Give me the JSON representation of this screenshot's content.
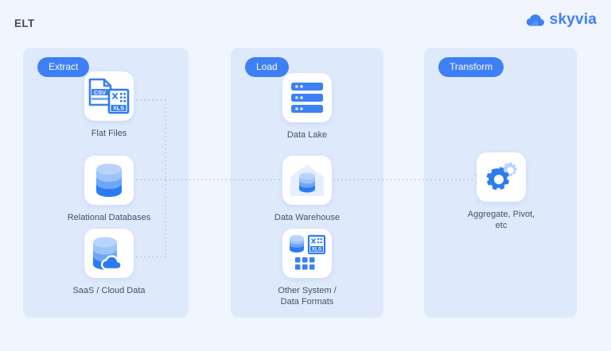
{
  "header": {
    "title": "ELT",
    "brand_name": "skyvia",
    "brand_icon": "cloud-icon",
    "brand_color": "#3d7ff5"
  },
  "theme": {
    "page_background": "#f1f5fe",
    "panel_background": "#dfe9fc",
    "badge_background": "#3d7ff5",
    "badge_text": "#ffffff",
    "tile_background": "#ffffff",
    "caption_text": "#44506b",
    "title_text": "#3c4a63",
    "connector_color": "#aabde2",
    "arrow_color": "#5e6f91",
    "icon_blue": "#3d7ff5",
    "icon_blue_dark": "#2b7bf3",
    "icon_blue_mid": "#6ea6f9",
    "icon_blue_light": "#a9c8fb",
    "icon_blue_pale": "#dce9fd"
  },
  "stages": [
    {
      "id": "extract",
      "badge": "Extract",
      "nodes": [
        {
          "id": "flat-files",
          "label": "Flat Files",
          "icons": [
            "csv-file-icon",
            "xls-spreadsheet-icon"
          ]
        },
        {
          "id": "relational-databases",
          "label": "Relational Databases",
          "icons": [
            "database-cylinder-icon"
          ]
        },
        {
          "id": "saas-cloud-data",
          "label": "SaaS / Cloud Data",
          "icons": [
            "database-cylinder-icon",
            "cloud-icon"
          ]
        }
      ]
    },
    {
      "id": "load",
      "badge": "Load",
      "nodes": [
        {
          "id": "data-lake",
          "label": "Data Lake",
          "icons": [
            "server-rack-icon"
          ]
        },
        {
          "id": "data-warehouse",
          "label": "Data Warehouse",
          "icons": [
            "warehouse-house-icon",
            "database-cylinder-icon"
          ]
        },
        {
          "id": "other-system",
          "label": "Other System /\nData Formats",
          "icons": [
            "database-cylinder-icon",
            "xls-spreadsheet-icon",
            "grid-squares-icon"
          ]
        }
      ]
    },
    {
      "id": "transform",
      "badge": "Transform",
      "nodes": [
        {
          "id": "transform-ops",
          "label": "Aggregate, Pivot,\netc",
          "icons": [
            "gears-icon"
          ]
        }
      ]
    }
  ],
  "connectors": [
    {
      "id": "flat-files-to-bus",
      "style": "dotted",
      "arrow": false
    },
    {
      "id": "relational-to-bus",
      "style": "dotted",
      "arrow": false
    },
    {
      "id": "saas-to-bus",
      "style": "dotted",
      "arrow": false
    },
    {
      "id": "bus-vertical",
      "style": "dotted",
      "arrow": false
    },
    {
      "id": "extract-to-load",
      "style": "dotted",
      "arrow": true
    },
    {
      "id": "load-to-transform",
      "style": "dotted",
      "arrow": true
    }
  ],
  "icon_labels": {
    "csv": "CSV",
    "xls": "XLS"
  }
}
